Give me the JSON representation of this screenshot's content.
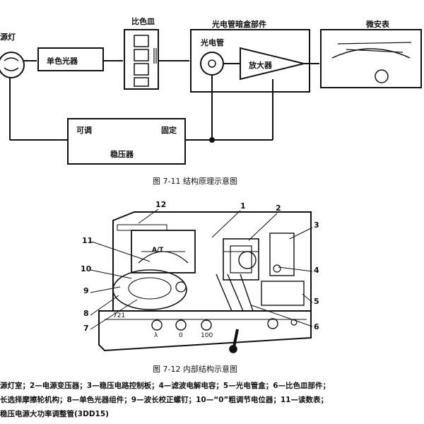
{
  "fig1": {
    "lamp_label": "源灯",
    "mono_label": "单色光器",
    "cuvette_label": "比色皿",
    "darkbox_label": "光电管暗盒部件",
    "phototube_label": "光电管",
    "amp_label": "放大器",
    "meter_label": "微安表",
    "adjustable_label": "可调",
    "fixed_label": "固定",
    "regulator_label": "稳压器",
    "caption": "图 7-11   结构原理示意图"
  },
  "fig2": {
    "callouts": [
      "1",
      "2",
      "3",
      "4",
      "5",
      "6",
      "7",
      "8",
      "9",
      "10",
      "11",
      "12"
    ],
    "meter_face_label": "A/T",
    "model_label": "721",
    "knob_labels": [
      "λ",
      "0",
      "100"
    ],
    "caption": "图 7-12   内部结构示意图"
  },
  "legend": {
    "line1": "源灯室；2—电源变压器；3—稳压电路控制板；4—滤波电解电容；5—光电管盒；6—比色皿部件；",
    "line2": "长选择摩擦轮机构；8—单色光器组件；9—波长校正螺钉；10—“0”粗调节电位器；11—读数表；",
    "line3": "稳压电源大功率调整管(3DD15)"
  }
}
